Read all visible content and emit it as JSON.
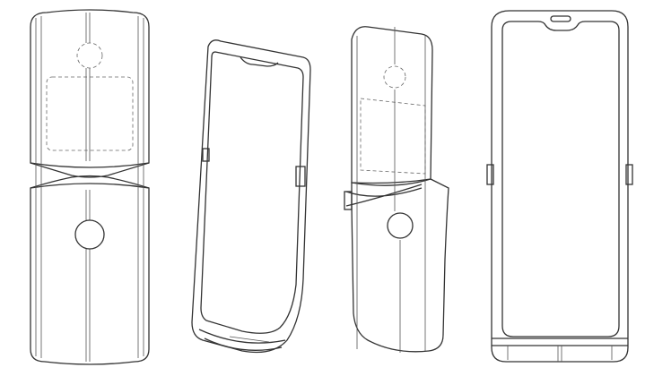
{
  "colors": {
    "line": "#333333",
    "background": "#ffffff"
  },
  "views": [
    "back-closed-hinge-view",
    "front-perspective-view",
    "back-perspective-view",
    "front-view"
  ]
}
